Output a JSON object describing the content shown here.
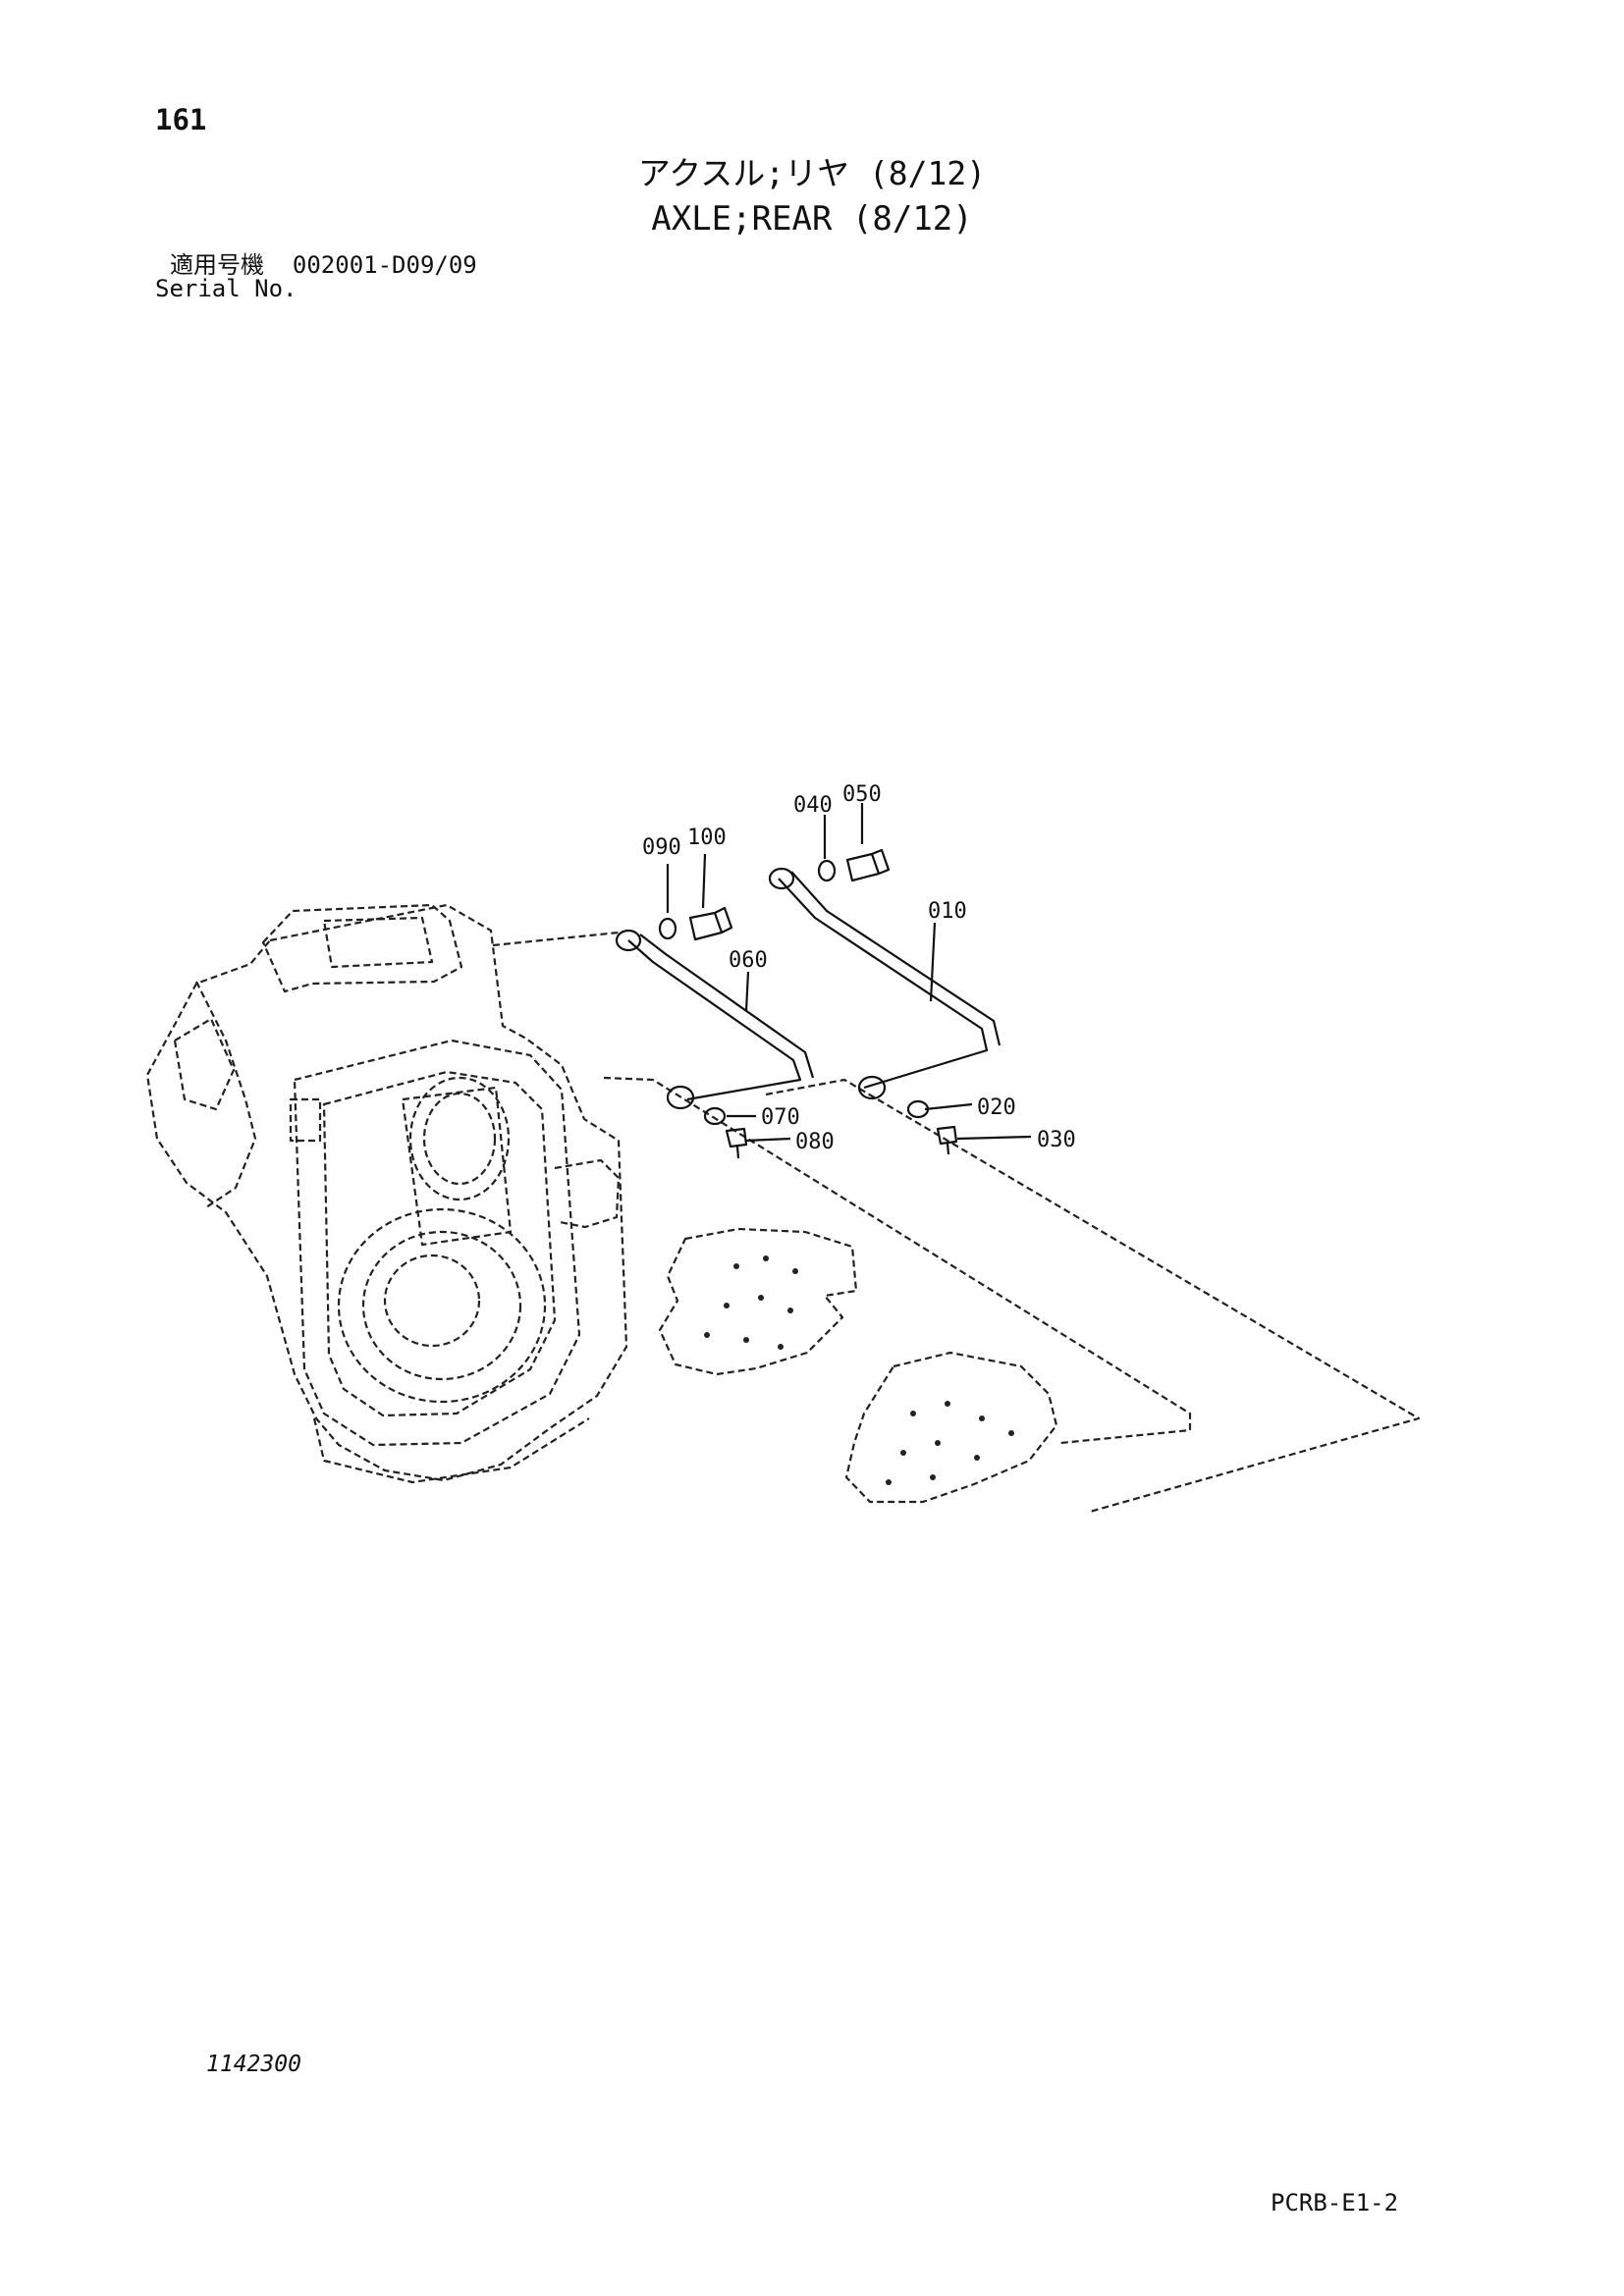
{
  "header": {
    "page_number": "161",
    "title_jp": "アクスル;リヤ (8/12)",
    "title_en": "AXLE;REAR (8/12)",
    "serial_label_jp": "適用号機",
    "serial_range": "002001-D09/09",
    "serial_label_en": "Serial No."
  },
  "diagram": {
    "callouts": [
      "040",
      "050",
      "090",
      "100",
      "010",
      "060",
      "020",
      "030",
      "070",
      "080"
    ]
  },
  "footer": {
    "illustration_id": "1142300",
    "page_code": "PCRB-E1-2"
  }
}
